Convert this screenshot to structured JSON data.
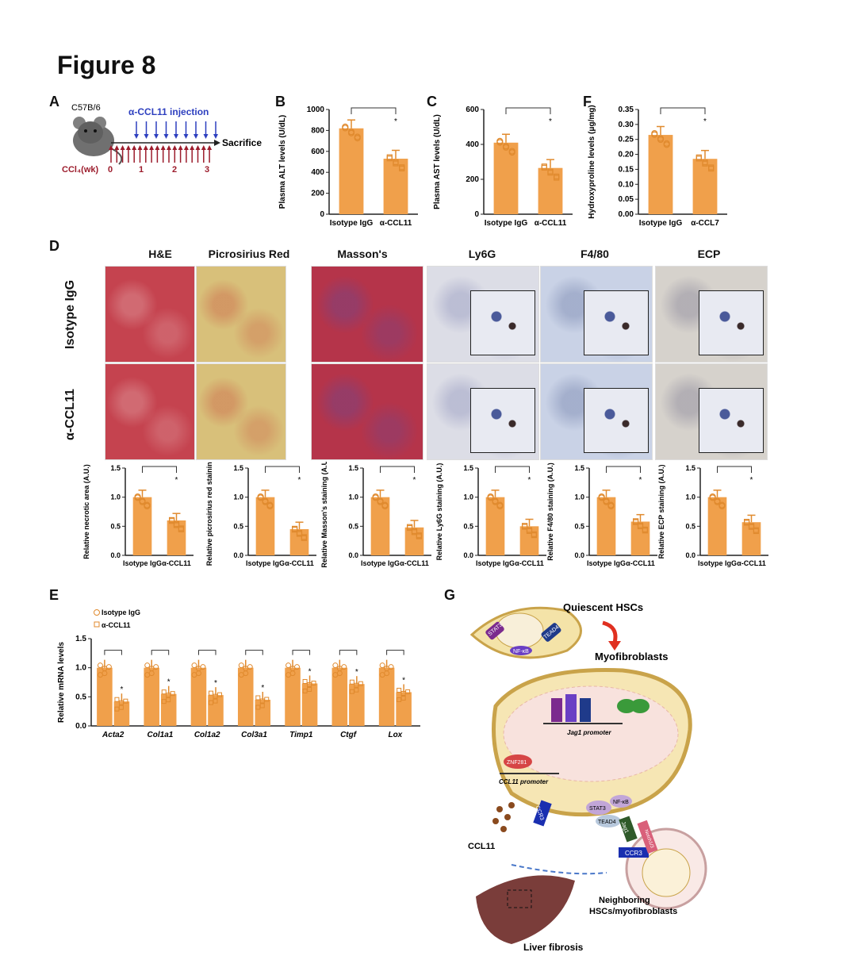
{
  "figure_title": "Figure 8",
  "panel_labels": {
    "A": "A",
    "B": "B",
    "C": "C",
    "D": "D",
    "E": "E",
    "F": "F",
    "G": "G"
  },
  "panel_a": {
    "strain": "C57B/6",
    "injection": "α-CCL11 injection",
    "sacrifice": "Sacrifice",
    "ccl4_label": "CCl₄(wk)",
    "weeks": [
      "0",
      "1",
      "2",
      "3"
    ],
    "colors": {
      "injection": "#2d3fbf",
      "ccl4": "#9c1c2c"
    }
  },
  "panel_d": {
    "stains": [
      "H&E",
      "Picrosirius Red",
      "Masson's",
      "Ly6G",
      "F4/80",
      "ECP"
    ],
    "rows": [
      "Isotype IgG",
      "α-CCL11"
    ]
  },
  "panel_g": {
    "quiescent": "Quiescent HSCs",
    "myofibroblasts": "Myofibroblasts",
    "stat3": "STAT3",
    "nfkb": "NF-κB",
    "tead4": "TEAD4",
    "jag1_promoter": "Jag1 promoter",
    "znf281": "ZNF281",
    "ccl11_promoter": "CCL11 promoter",
    "ccl11": "CCL11",
    "ccr3": "CCR3",
    "jag1": "Jag1",
    "notch": "Notch1/3",
    "neighboring": "Neighboring",
    "neighboring2": "HSCs/myofibroblasts",
    "liver": "Liver fibrosis"
  },
  "chart_data": [
    {
      "id": "B",
      "type": "bar",
      "categories": [
        "Isotype IgG",
        "α-CCL11"
      ],
      "values": [
        820,
        530
      ],
      "ylabel": "Plasma ALT levels (U/dL)",
      "ylim": [
        0,
        1000
      ],
      "yticks": [
        "0",
        "200",
        "400",
        "600",
        "800",
        "1000"
      ],
      "significance": "*",
      "color": "#f0a04b"
    },
    {
      "id": "C",
      "type": "bar",
      "categories": [
        "Isotype IgG",
        "α-CCL11"
      ],
      "values": [
        410,
        265
      ],
      "ylabel": "Plasma AST levels (U/dL)",
      "ylim": [
        0,
        600
      ],
      "yticks": [
        "0",
        "200",
        "400",
        "600"
      ],
      "significance": "*",
      "color": "#f0a04b"
    },
    {
      "id": "F",
      "type": "bar",
      "categories": [
        "Isotype IgG",
        "α-CCL7"
      ],
      "values": [
        0.265,
        0.185
      ],
      "ylabel": "Hydroxyproline levels (μg/mg)",
      "ylim": [
        0,
        0.35
      ],
      "yticks": [
        "0.00",
        "0.05",
        "0.10",
        "0.15",
        "0.20",
        "0.25",
        "0.30",
        "0.35"
      ],
      "significance": "*",
      "color": "#f0a04b"
    },
    {
      "id": "D1",
      "type": "bar",
      "categories": [
        "Isotype IgG",
        "α-CCL11"
      ],
      "values": [
        1.0,
        0.6
      ],
      "ylabel": "Relative necrotic area (A.U.)",
      "ylim": [
        0,
        1.5
      ],
      "yticks": [
        "0.0",
        "0.5",
        "1.0",
        "1.5"
      ],
      "significance": "*"
    },
    {
      "id": "D2",
      "type": "bar",
      "categories": [
        "Isotype IgG",
        "α-CCL11"
      ],
      "values": [
        1.0,
        0.45
      ],
      "ylabel": "Relative picrosirius red staining",
      "ylim": [
        0,
        1.5
      ],
      "yticks": [
        "0.0",
        "0.5",
        "1.0",
        "1.5"
      ],
      "significance": "*"
    },
    {
      "id": "D3",
      "type": "bar",
      "categories": [
        "Isotype IgG",
        "α-CCL11"
      ],
      "values": [
        1.0,
        0.48
      ],
      "ylabel": "Relative Masson's staining (A.U.)",
      "ylim": [
        0,
        1.5
      ],
      "yticks": [
        "0.0",
        "0.5",
        "1.0",
        "1.5"
      ],
      "significance": "*"
    },
    {
      "id": "D4",
      "type": "bar",
      "categories": [
        "Isotype IgG",
        "α-CCL11"
      ],
      "values": [
        1.0,
        0.5
      ],
      "ylabel": "Relative Ly6G staining (A.U.)",
      "ylim": [
        0,
        1.5
      ],
      "yticks": [
        "0.0",
        "0.5",
        "1.0",
        "1.5"
      ],
      "significance": "*"
    },
    {
      "id": "D5",
      "type": "bar",
      "categories": [
        "Isotype IgG",
        "α-CCL11"
      ],
      "values": [
        1.0,
        0.58
      ],
      "ylabel": "Relative F4/80 staining (A.U.)",
      "ylim": [
        0,
        1.5
      ],
      "yticks": [
        "0.0",
        "0.5",
        "1.0",
        "1.5"
      ],
      "significance": "*"
    },
    {
      "id": "D6",
      "type": "bar",
      "categories": [
        "Isotype IgG",
        "α-CCL11"
      ],
      "values": [
        1.0,
        0.57
      ],
      "ylabel": "Relative ECP staining (A.U.)",
      "ylim": [
        0,
        1.5
      ],
      "yticks": [
        "0.0",
        "0.5",
        "1.0",
        "1.5"
      ],
      "significance": "*"
    },
    {
      "id": "E",
      "type": "bar",
      "categories": [
        "Acta2",
        "Col1a1",
        "Col1a2",
        "Col3a1",
        "Timp1",
        "Ctgf",
        "Lox"
      ],
      "series": [
        {
          "name": "Isotype IgG",
          "values": [
            1.0,
            1.0,
            1.0,
            1.0,
            1.0,
            1.0,
            1.0
          ]
        },
        {
          "name": "α-CCL11",
          "values": [
            0.42,
            0.55,
            0.53,
            0.45,
            0.73,
            0.72,
            0.58
          ]
        }
      ],
      "ylabel": "Relative mRNA levels",
      "ylim": [
        0,
        1.5
      ],
      "yticks": [
        "0.0",
        "0.5",
        "1.0",
        "1.5"
      ],
      "significance": "*"
    }
  ]
}
